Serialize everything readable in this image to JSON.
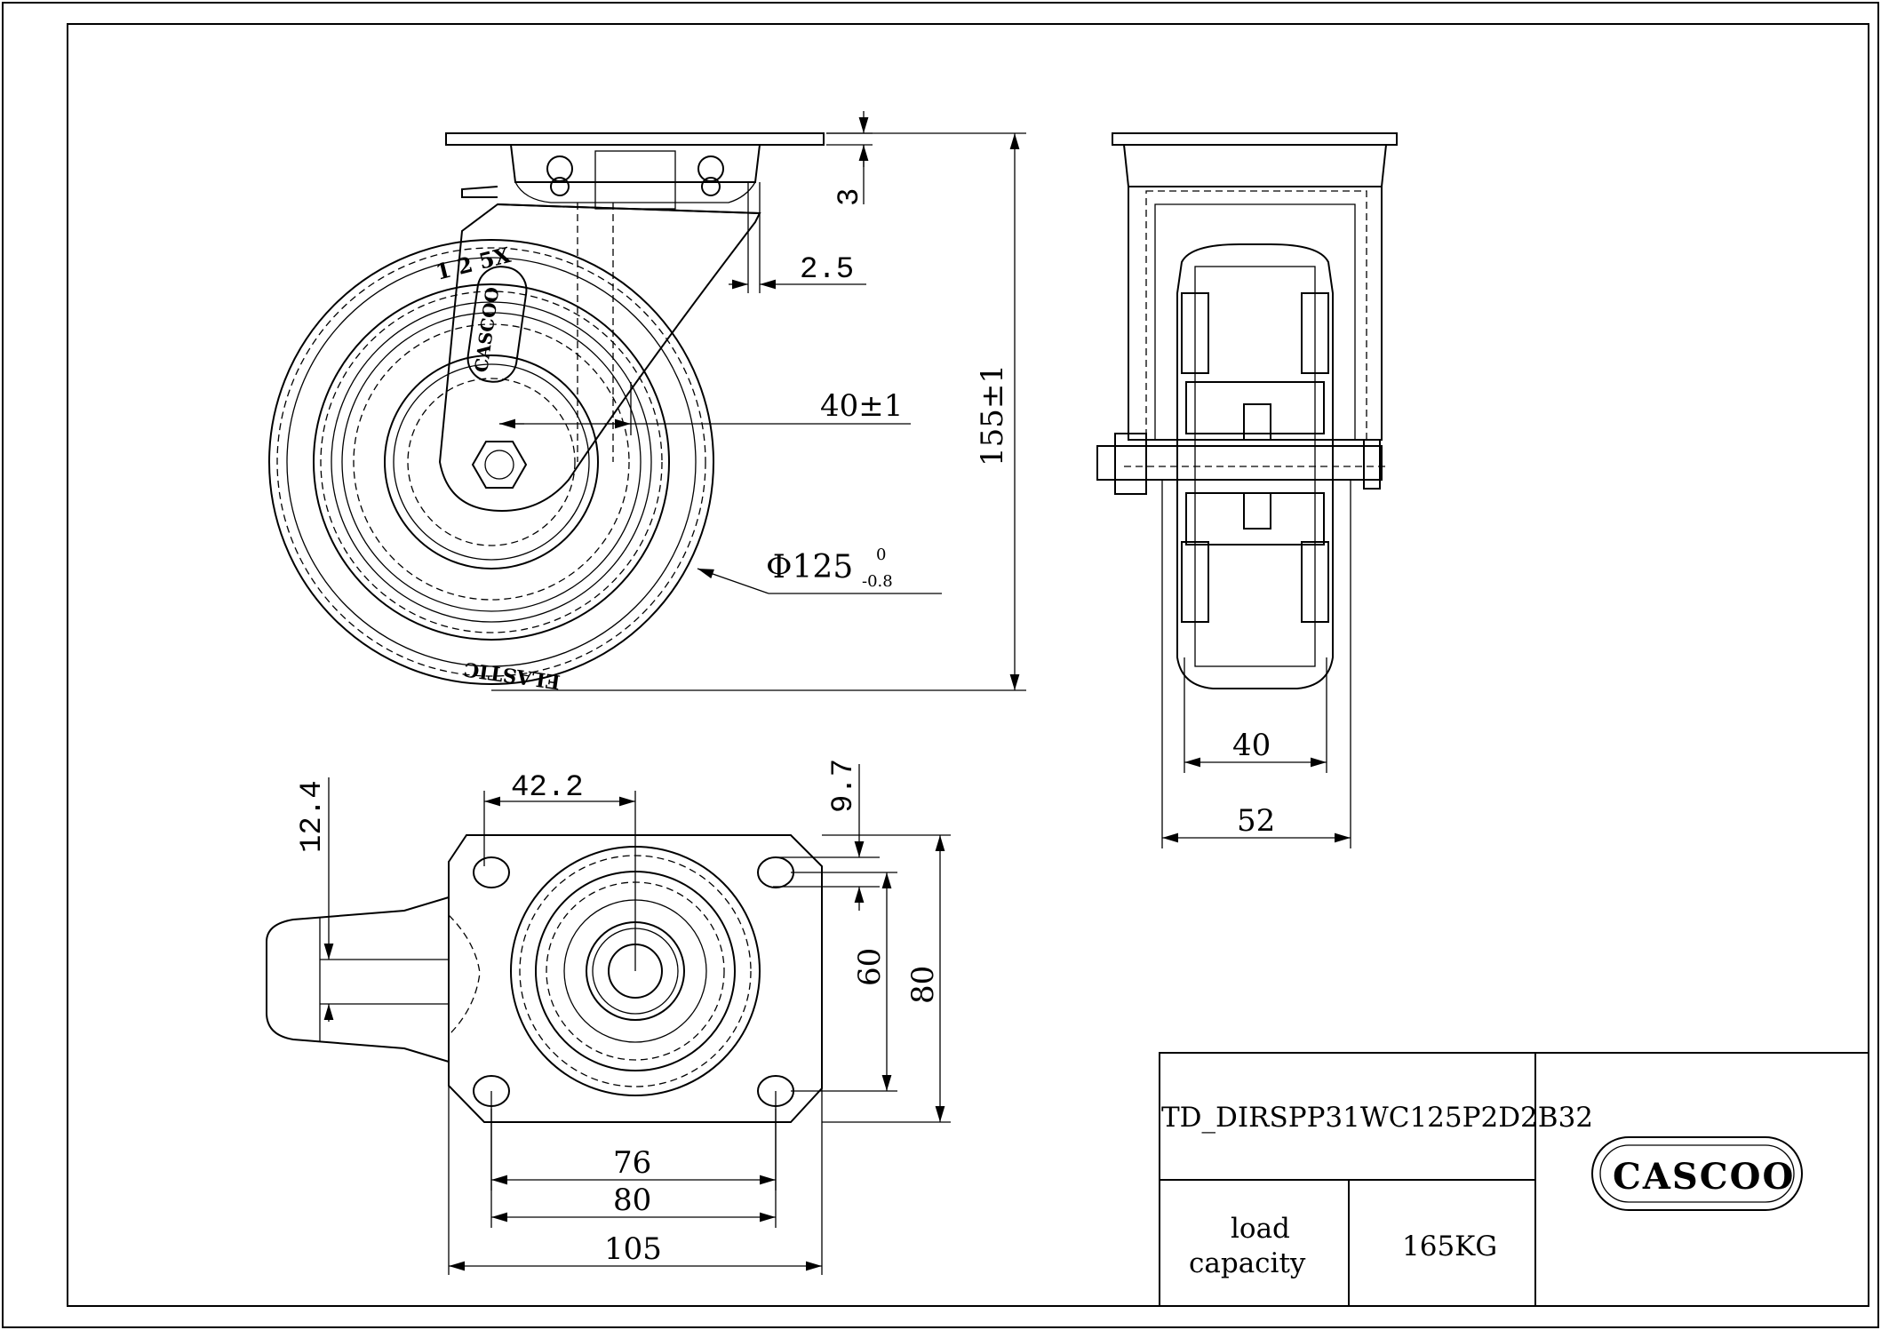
{
  "dimensions": {
    "plate_thickness": "3",
    "offset": "2.5",
    "swivel_offset": "40±1",
    "overall_height": "155±1",
    "wheel_diameter_label": "Φ125",
    "wheel_diameter_tol_upper": "0",
    "wheel_diameter_tol_lower": "-0.8",
    "hub_width": "40",
    "wheel_width": "52",
    "dim_42_2": "42.2",
    "dim_9_7": "9.7",
    "dim_12_4": "12.4",
    "dim_60": "60",
    "dim_80_vertical": "80",
    "dim_76": "76",
    "dim_80_horizontal": "80",
    "dim_105": "105"
  },
  "wheel_text": {
    "size_marking": "1 2 5X",
    "brand_marking": "CASCOO",
    "tire_marking": "ELASTIC"
  },
  "title_block": {
    "part_number": "TD_DIRSPP31WC125P2D2B32",
    "load_label_line1": "load",
    "load_label_line2": "capacity",
    "load_value": "165KG",
    "logo_text": "CASCOO"
  }
}
